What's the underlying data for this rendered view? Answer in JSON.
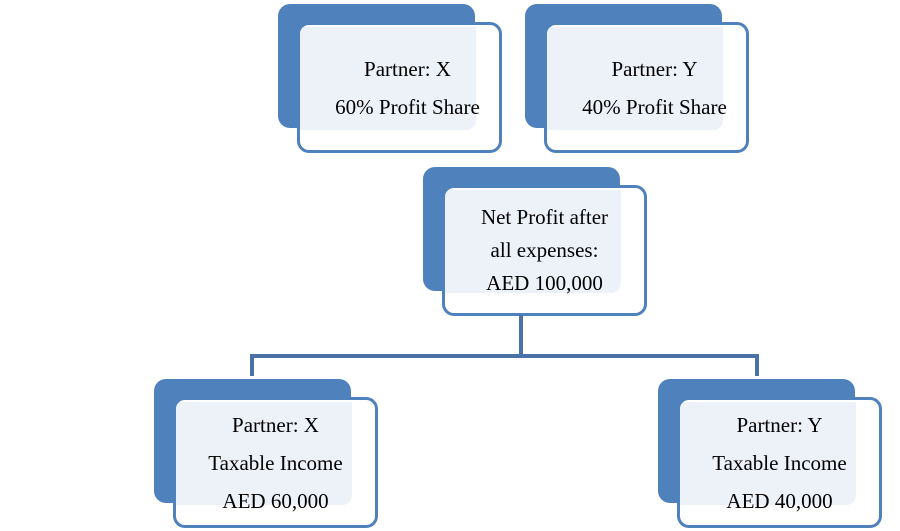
{
  "nodes": {
    "partner_x_share": {
      "lines": [
        "Partner: X",
        "60% Profit Share"
      ]
    },
    "partner_y_share": {
      "lines": [
        "Partner: Y",
        "40% Profit Share"
      ]
    },
    "net_profit": {
      "lines": [
        "Net Profit after",
        "all expenses:",
        "AED 100,000"
      ]
    },
    "partner_x_income": {
      "lines": [
        "Partner: X",
        "Taxable Income",
        "AED 60,000"
      ]
    },
    "partner_y_income": {
      "lines": [
        "Partner: Y",
        "Taxable Income",
        "AED 40,000"
      ]
    }
  },
  "colors": {
    "accent": "#4f81bd",
    "tint": "#edf1f8",
    "connector": "#4a72a8"
  }
}
